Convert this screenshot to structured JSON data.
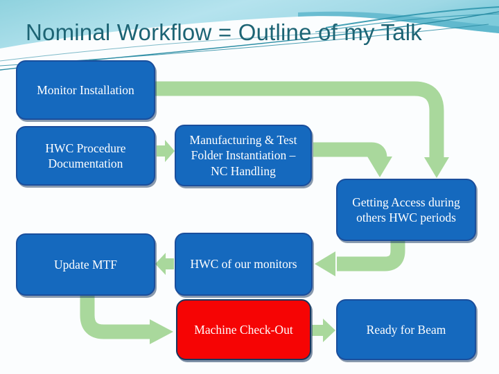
{
  "slide": {
    "title": "Nominal Workflow = Outline of my Talk"
  },
  "colors": {
    "box_blue": "#1569be",
    "box_blue_border": "#1a4e9c",
    "box_red": "#f60404",
    "box_red_border": "#17375e",
    "arrow_green": "#a9d89c",
    "title_teal": "#1d6474",
    "header_cyan": "#9ed8e5",
    "background": "#fbfdfe"
  },
  "boxes": {
    "monitor_installation": {
      "label": "Monitor Installation"
    },
    "hwc_procedure": {
      "label": "HWC Procedure\nDocumentation"
    },
    "manufacturing": {
      "label": "Manufacturing & Test\nFolder Instantiation –\nNC Handling"
    },
    "getting_access": {
      "label": "Getting Access during\nothers HWC periods"
    },
    "update_mtf": {
      "label": "Update MTF"
    },
    "hwc_monitors": {
      "label": "HWC of our monitors"
    },
    "machine_checkout": {
      "label": "Machine Check-Out"
    },
    "ready_for_beam": {
      "label": "Ready for Beam"
    }
  },
  "arrows": [
    {
      "from": "monitor_installation",
      "to": "getting_access",
      "shape": "elbow-right-down"
    },
    {
      "from": "hwc_procedure",
      "to": "manufacturing",
      "shape": "straight-right"
    },
    {
      "from": "manufacturing",
      "to": "getting_access",
      "shape": "elbow-right-down"
    },
    {
      "from": "getting_access",
      "to": "hwc_monitors",
      "shape": "elbow-down-left"
    },
    {
      "from": "hwc_monitors",
      "to": "update_mtf",
      "shape": "straight-left"
    },
    {
      "from": "update_mtf",
      "to": "machine_checkout",
      "shape": "elbow-down-right"
    },
    {
      "from": "machine_checkout",
      "to": "ready_for_beam",
      "shape": "straight-right"
    }
  ]
}
